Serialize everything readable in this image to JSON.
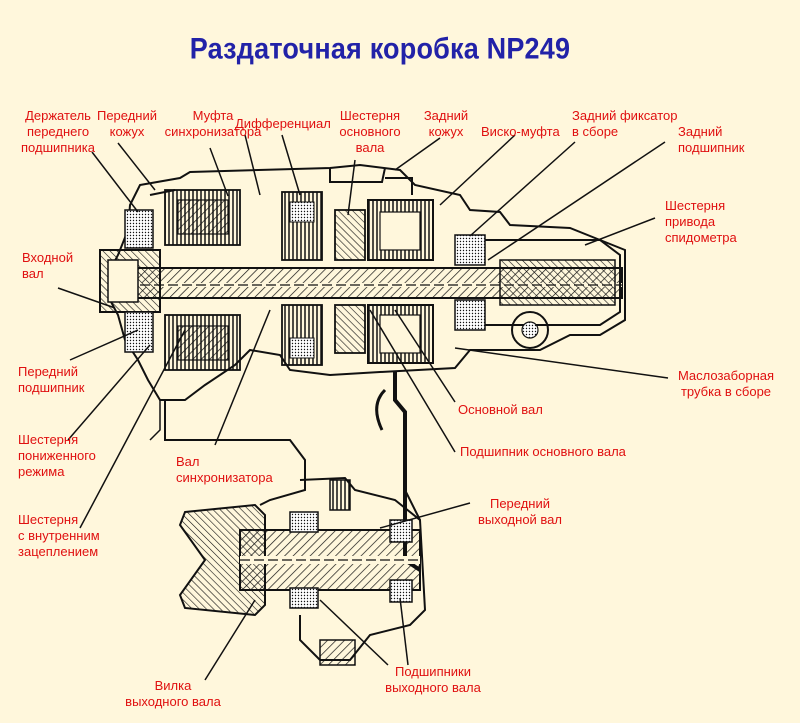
{
  "title": "Раздаточная коробка NP249",
  "colors": {
    "background": "#fff7dc",
    "title": "#2222a8",
    "label": "#e01010",
    "drawing": "#111111"
  },
  "labels": {
    "front_bearing_retainer": [
      "Держатель",
      "переднего",
      "подшипника"
    ],
    "front_case": [
      "Передний",
      "кожух"
    ],
    "synchronizer_sleeve": [
      "Муфта",
      "синхронизатора"
    ],
    "differential": [
      "Дифференциал"
    ],
    "mainshaft_gear": [
      "Шестерня",
      "основного",
      "вала"
    ],
    "rear_case": [
      "Задний",
      "кожух"
    ],
    "viscous_coupling": [
      "Виско-муфта"
    ],
    "rear_retainer_assembly": [
      "Задний фиксатор",
      "в сборе"
    ],
    "rear_bearing": [
      "Задний",
      "подшипник"
    ],
    "speedometer_drive_gear": [
      "Шестерня",
      "привода",
      "спидометра"
    ],
    "input_shaft": [
      "Входной",
      "вал"
    ],
    "front_bearing": [
      "Передний",
      "подшипник"
    ],
    "low_range_gear": [
      "Шестерня",
      "пониженного",
      "режима"
    ],
    "internal_gear": [
      "Шестерня",
      "с внутренним",
      "зацеплением"
    ],
    "synchronizer_shaft": [
      "Вал",
      "синхронизатора"
    ],
    "oil_pickup_tube": [
      "Маслозаборная",
      "трубка в сборе"
    ],
    "mainshaft": [
      "Основной вал"
    ],
    "mainshaft_bearing": [
      "Подшипник основного вала"
    ],
    "front_output_shaft": [
      "Передний",
      "выходной вал"
    ],
    "output_shaft_yoke": [
      "Вилка",
      "выходного вала"
    ],
    "output_shaft_bearings": [
      "Подшипники",
      "выходного вала"
    ]
  }
}
